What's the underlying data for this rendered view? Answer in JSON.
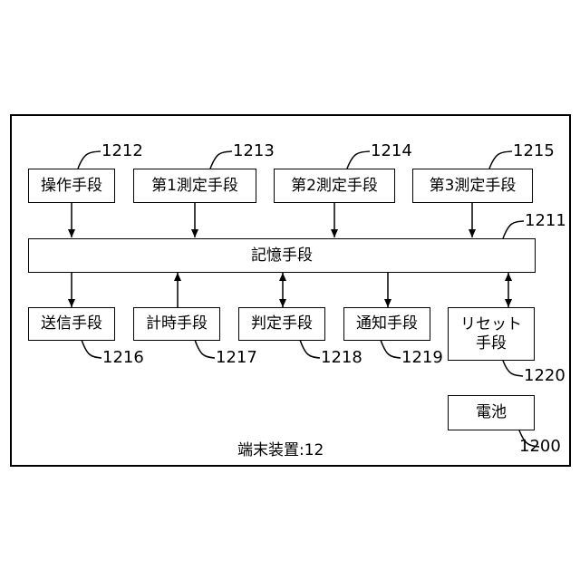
{
  "device": {
    "caption": "端末装置:12"
  },
  "blocks": {
    "operation": {
      "label": "操作手段",
      "ref": "1212"
    },
    "measure1": {
      "label": "第1測定手段",
      "ref": "1213"
    },
    "measure2": {
      "label": "第2測定手段",
      "ref": "1214"
    },
    "measure3": {
      "label": "第3測定手段",
      "ref": "1215"
    },
    "storage": {
      "label": "記憶手段",
      "ref": "1211"
    },
    "transmit": {
      "label": "送信手段",
      "ref": "1216"
    },
    "timer": {
      "label": "計時手段",
      "ref": "1217"
    },
    "judge": {
      "label": "判定手段",
      "ref": "1218"
    },
    "notify": {
      "label": "通知手段",
      "ref": "1219"
    },
    "reset": {
      "label_line1": "リセット",
      "label_line2": "手段",
      "ref": "1220"
    },
    "battery": {
      "label": "電池",
      "ref": "1200"
    }
  }
}
